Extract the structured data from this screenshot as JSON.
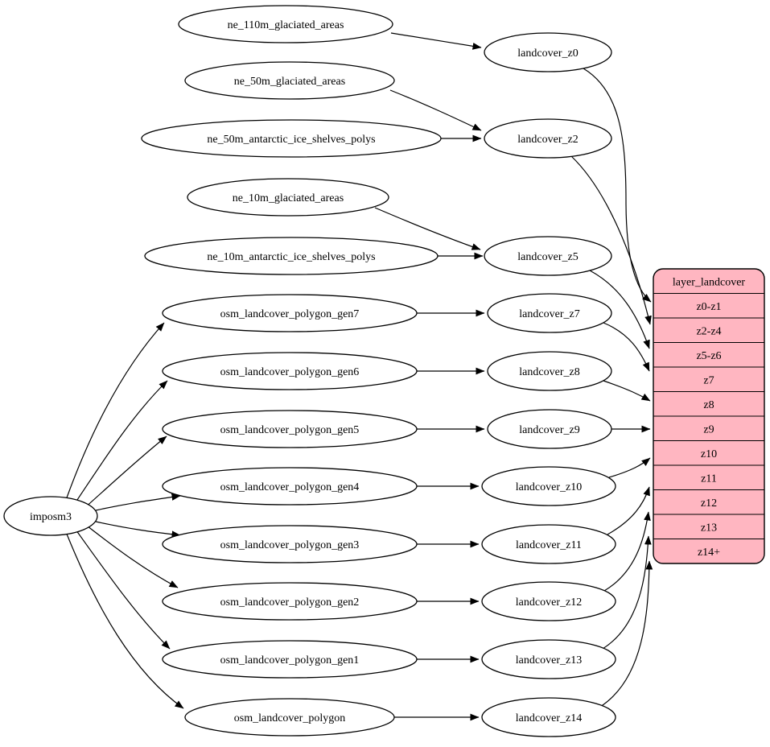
{
  "diagram": {
    "colors": {
      "background": "#ffffff",
      "node_fill": "#ffffff",
      "edge_stroke": "#000000",
      "table_fill": "#ffb6c1"
    },
    "nodes": [
      {
        "id": "imposm3",
        "label": "imposm3"
      },
      {
        "id": "ne_110m_glaciated_areas",
        "label": "ne_110m_glaciated_areas"
      },
      {
        "id": "ne_50m_glaciated_areas",
        "label": "ne_50m_glaciated_areas"
      },
      {
        "id": "ne_50m_antarctic_ice_shelves_polys",
        "label": "ne_50m_antarctic_ice_shelves_polys"
      },
      {
        "id": "ne_10m_glaciated_areas",
        "label": "ne_10m_glaciated_areas"
      },
      {
        "id": "ne_10m_antarctic_ice_shelves_polys",
        "label": "ne_10m_antarctic_ice_shelves_polys"
      },
      {
        "id": "osm_landcover_polygon_gen7",
        "label": "osm_landcover_polygon_gen7"
      },
      {
        "id": "osm_landcover_polygon_gen6",
        "label": "osm_landcover_polygon_gen6"
      },
      {
        "id": "osm_landcover_polygon_gen5",
        "label": "osm_landcover_polygon_gen5"
      },
      {
        "id": "osm_landcover_polygon_gen4",
        "label": "osm_landcover_polygon_gen4"
      },
      {
        "id": "osm_landcover_polygon_gen3",
        "label": "osm_landcover_polygon_gen3"
      },
      {
        "id": "osm_landcover_polygon_gen2",
        "label": "osm_landcover_polygon_gen2"
      },
      {
        "id": "osm_landcover_polygon_gen1",
        "label": "osm_landcover_polygon_gen1"
      },
      {
        "id": "osm_landcover_polygon",
        "label": "osm_landcover_polygon"
      },
      {
        "id": "landcover_z0",
        "label": "landcover_z0"
      },
      {
        "id": "landcover_z2",
        "label": "landcover_z2"
      },
      {
        "id": "landcover_z5",
        "label": "landcover_z5"
      },
      {
        "id": "landcover_z7",
        "label": "landcover_z7"
      },
      {
        "id": "landcover_z8",
        "label": "landcover_z8"
      },
      {
        "id": "landcover_z9",
        "label": "landcover_z9"
      },
      {
        "id": "landcover_z10",
        "label": "landcover_z10"
      },
      {
        "id": "landcover_z11",
        "label": "landcover_z11"
      },
      {
        "id": "landcover_z12",
        "label": "landcover_z12"
      },
      {
        "id": "landcover_z13",
        "label": "landcover_z13"
      },
      {
        "id": "landcover_z14",
        "label": "landcover_z14"
      }
    ],
    "table": {
      "id": "layer_landcover",
      "header": "layer_landcover",
      "rows": [
        "z0-z1",
        "z2-z4",
        "z5-z6",
        "z7",
        "z8",
        "z9",
        "z10",
        "z11",
        "z12",
        "z13",
        "z14+"
      ]
    },
    "edges": [
      {
        "from": "ne_110m_glaciated_areas",
        "to": "landcover_z0"
      },
      {
        "from": "ne_50m_glaciated_areas",
        "to": "landcover_z2"
      },
      {
        "from": "ne_50m_antarctic_ice_shelves_polys",
        "to": "landcover_z2"
      },
      {
        "from": "ne_10m_glaciated_areas",
        "to": "landcover_z5"
      },
      {
        "from": "ne_10m_antarctic_ice_shelves_polys",
        "to": "landcover_z5"
      },
      {
        "from": "osm_landcover_polygon_gen7",
        "to": "landcover_z7"
      },
      {
        "from": "osm_landcover_polygon_gen6",
        "to": "landcover_z8"
      },
      {
        "from": "osm_landcover_polygon_gen5",
        "to": "landcover_z9"
      },
      {
        "from": "osm_landcover_polygon_gen4",
        "to": "landcover_z10"
      },
      {
        "from": "osm_landcover_polygon_gen3",
        "to": "landcover_z11"
      },
      {
        "from": "osm_landcover_polygon_gen2",
        "to": "landcover_z12"
      },
      {
        "from": "osm_landcover_polygon_gen1",
        "to": "landcover_z13"
      },
      {
        "from": "osm_landcover_polygon",
        "to": "landcover_z14"
      },
      {
        "from": "imposm3",
        "to": "osm_landcover_polygon_gen7"
      },
      {
        "from": "imposm3",
        "to": "osm_landcover_polygon_gen6"
      },
      {
        "from": "imposm3",
        "to": "osm_landcover_polygon_gen5"
      },
      {
        "from": "imposm3",
        "to": "osm_landcover_polygon_gen4"
      },
      {
        "from": "imposm3",
        "to": "osm_landcover_polygon_gen3"
      },
      {
        "from": "imposm3",
        "to": "osm_landcover_polygon_gen2"
      },
      {
        "from": "imposm3",
        "to": "osm_landcover_polygon_gen1"
      },
      {
        "from": "imposm3",
        "to": "osm_landcover_polygon"
      },
      {
        "from": "landcover_z0",
        "to": "layer_landcover",
        "port": "z0-z1"
      },
      {
        "from": "landcover_z2",
        "to": "layer_landcover",
        "port": "z2-z4"
      },
      {
        "from": "landcover_z5",
        "to": "layer_landcover",
        "port": "z5-z6"
      },
      {
        "from": "landcover_z7",
        "to": "layer_landcover",
        "port": "z7"
      },
      {
        "from": "landcover_z8",
        "to": "layer_landcover",
        "port": "z8"
      },
      {
        "from": "landcover_z9",
        "to": "layer_landcover",
        "port": "z9"
      },
      {
        "from": "landcover_z10",
        "to": "layer_landcover",
        "port": "z10"
      },
      {
        "from": "landcover_z11",
        "to": "layer_landcover",
        "port": "z11"
      },
      {
        "from": "landcover_z12",
        "to": "layer_landcover",
        "port": "z12"
      },
      {
        "from": "landcover_z13",
        "to": "layer_landcover",
        "port": "z13"
      },
      {
        "from": "landcover_z14",
        "to": "layer_landcover",
        "port": "z14+"
      }
    ]
  }
}
